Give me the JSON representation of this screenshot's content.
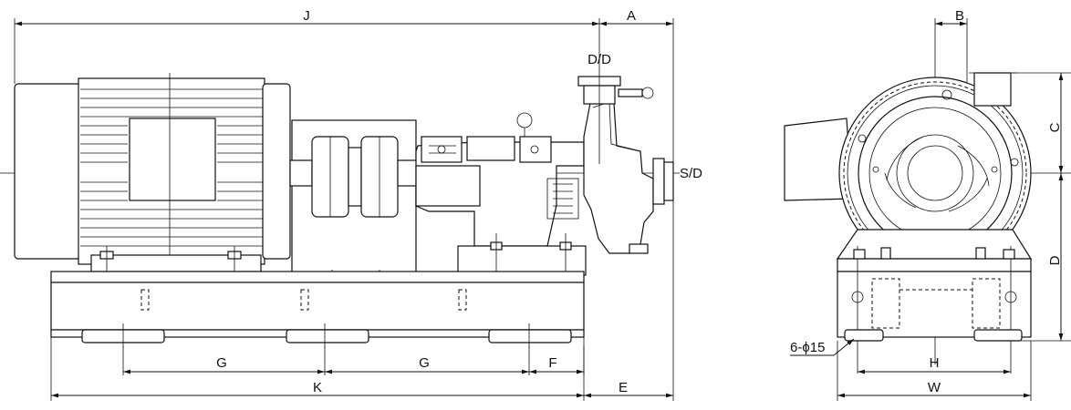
{
  "labels": {
    "J": "J",
    "A": "A",
    "DD": "D/D",
    "SD": "S/D",
    "G1": "G",
    "G2": "G",
    "F": "F",
    "K": "K",
    "E": "E",
    "B": "B",
    "C": "C",
    "D": "D",
    "H": "H",
    "W": "W",
    "holes": "6-ϕ15"
  }
}
